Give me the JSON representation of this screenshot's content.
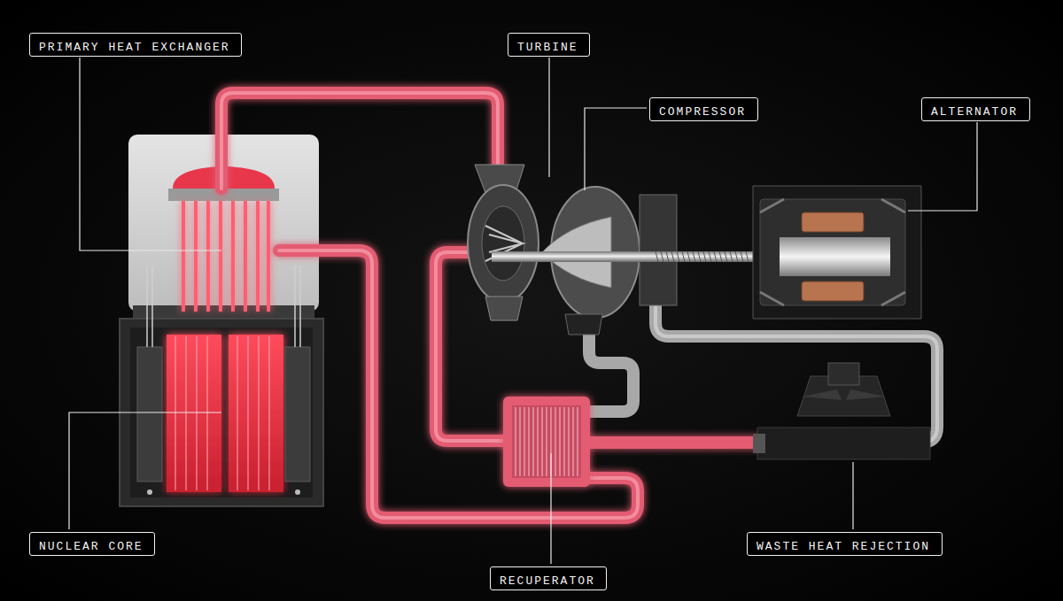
{
  "diagram": {
    "nodes": [
      {
        "text": [
          "PRIMARY HEAT EXCHANGER"
        ]
      },
      {
        "text": [
          "TURBINE"
        ]
      },
      {
        "text": [
          "COMPRESSOR"
        ]
      },
      {
        "text": [
          "ALTERNATOR"
        ]
      },
      {
        "text": [
          "NUCLEAR CORE"
        ]
      },
      {
        "text": [
          "RECUPERATOR"
        ]
      },
      {
        "text": [
          "WASTE HEAT REJECTION"
        ]
      }
    ]
  }
}
